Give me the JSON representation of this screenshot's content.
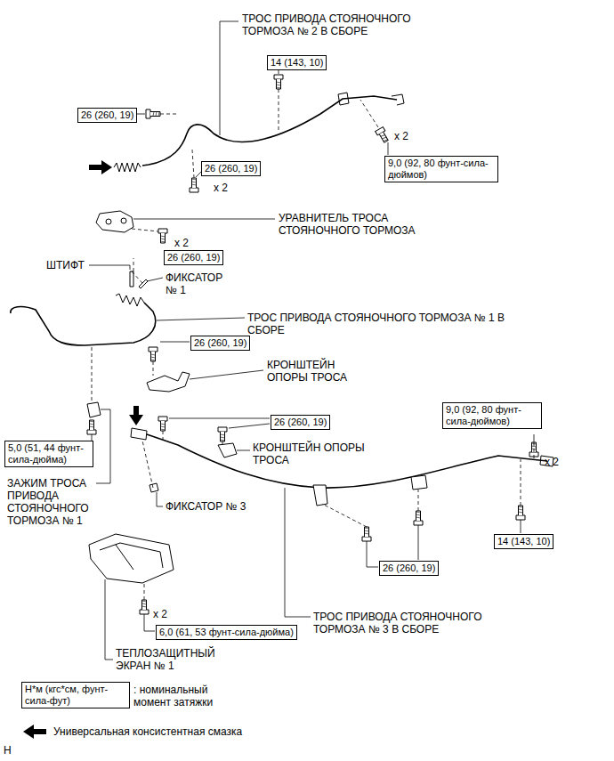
{
  "diagram": {
    "nodes": [
      {
        "text": [
          "14 (143, 10)"
        ]
      },
      {
        "text": [
          "26 (260, 19)"
        ]
      },
      {
        "text": [
          "9,0 (92, 80 фунт-сила-дюймов)"
        ]
      },
      {
        "text": [
          "26 (260, 19)"
        ]
      },
      {
        "text": [
          "26 (260, 19)"
        ]
      },
      {
        "text": [
          "26 (260, 19)"
        ]
      },
      {
        "text": [
          "9,0 (92, 80 фунт-сила-дюймов)"
        ]
      },
      {
        "text": [
          "26 (260, 19)"
        ]
      },
      {
        "text": [
          "5,0 (51, 44 фунт-сила-дюйма)"
        ]
      },
      {
        "text": [
          "14 (143, 10)"
        ]
      },
      {
        "text": [
          "26 (260, 19)"
        ]
      },
      {
        "text": [
          "6,0 (61, 53 фунт-сила-дюйма)"
        ]
      },
      {
        "text": [
          "Н*м (кгс*см, фунт-сила-фут)"
        ]
      }
    ],
    "labels": [
      "ТРОС ПРИВОДА СТОЯНОЧНОГО ТОРМОЗА № 2 В СБОРЕ",
      "x 2",
      "x 2",
      "УРАВНИТЕЛЬ ТРОСА СТОЯНОЧНОГО ТОРМОЗА",
      "x 2",
      "ШТИФТ",
      "ФИКСАТОР № 1",
      "ТРОС ПРИВОДА СТОЯНОЧНОГО ТОРМОЗА № 1 В СБОРЕ",
      "КРОНШТЕЙН ОПОРЫ ТРОСА",
      "КРОНШТЕЙН ОПОРЫ ТРОСА",
      "x 2",
      "ЗАЖИМ ТРОСА ПРИВОДА СТОЯНОЧНОГО ТОРМОЗА № 1",
      "ФИКСАТОР № 3",
      "x 2",
      "ТРОС ПРИВОДА СТОЯНОЧНОГО ТОРМОЗА № 3 В СБОРЕ",
      "ТЕПЛОЗАЩИТНЫЙ ЭКРАН № 1",
      "H"
    ],
    "legend": [
      {
        "text": ": номинальный момент затяжки"
      },
      {
        "text": "Универсальная консистентная смазка"
      }
    ]
  }
}
